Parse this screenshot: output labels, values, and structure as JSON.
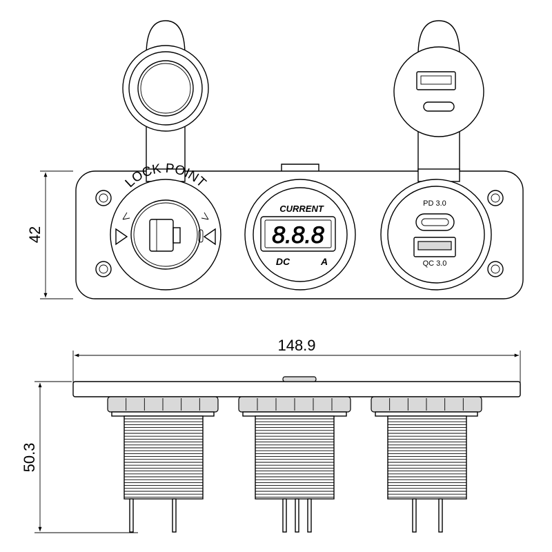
{
  "dimensions": {
    "height_front": "42",
    "width": "148.9",
    "depth": "50.3"
  },
  "sockets": {
    "lighter": {
      "ring_text": "LOCK POINT"
    },
    "voltmeter": {
      "header": "CURRENT",
      "display": "8.8.8",
      "left_label": "DC",
      "right_label": "A"
    },
    "usb": {
      "top_port": "PD 3.0",
      "bottom_port": "QC 3.0"
    }
  }
}
